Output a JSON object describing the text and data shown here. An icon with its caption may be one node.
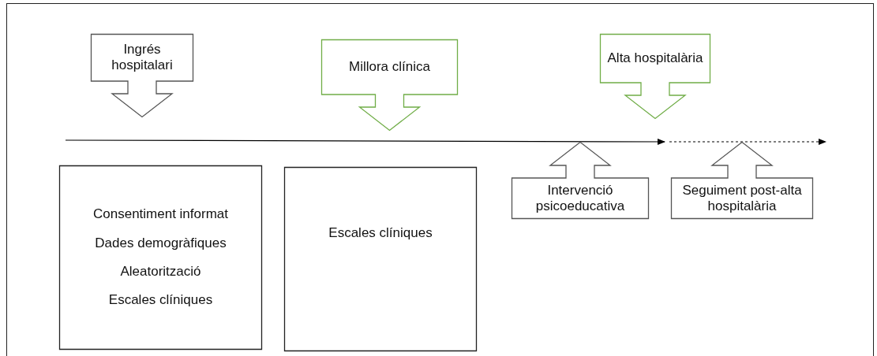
{
  "diagram": {
    "nodes": [
      {
        "text": [
          "Ingrés hospitalari"
        ]
      },
      {
        "text": [
          "Millora clínica"
        ]
      },
      {
        "text": [
          "Alta hospitalària"
        ]
      },
      {
        "text": [
          "Intervenció psicoeducativa"
        ]
      },
      {
        "text": [
          "Seguiment post-alta hospitalària"
        ]
      },
      {
        "text": [
          "Consentiment informat",
          "Dades demogràfiques",
          "Aleatorització",
          "Escales clíniques"
        ]
      },
      {
        "text": [
          "Escales clíniques"
        ]
      }
    ]
  }
}
